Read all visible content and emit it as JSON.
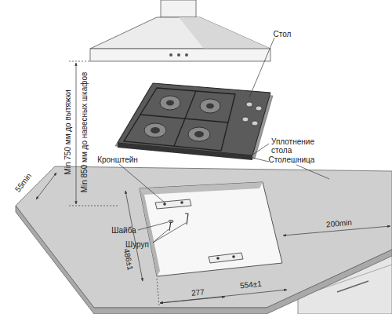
{
  "diagram": {
    "labels": [
      "Стол",
      "Уплотнение стола",
      "Столешница",
      "Кронштейн",
      "Шайба",
      "Шуруп",
      "Min 750 мм до вытяжки",
      "Min 850 мм до навесных шкафов",
      "55min",
      "486±1",
      "277",
      "554±1",
      "200min"
    ]
  }
}
